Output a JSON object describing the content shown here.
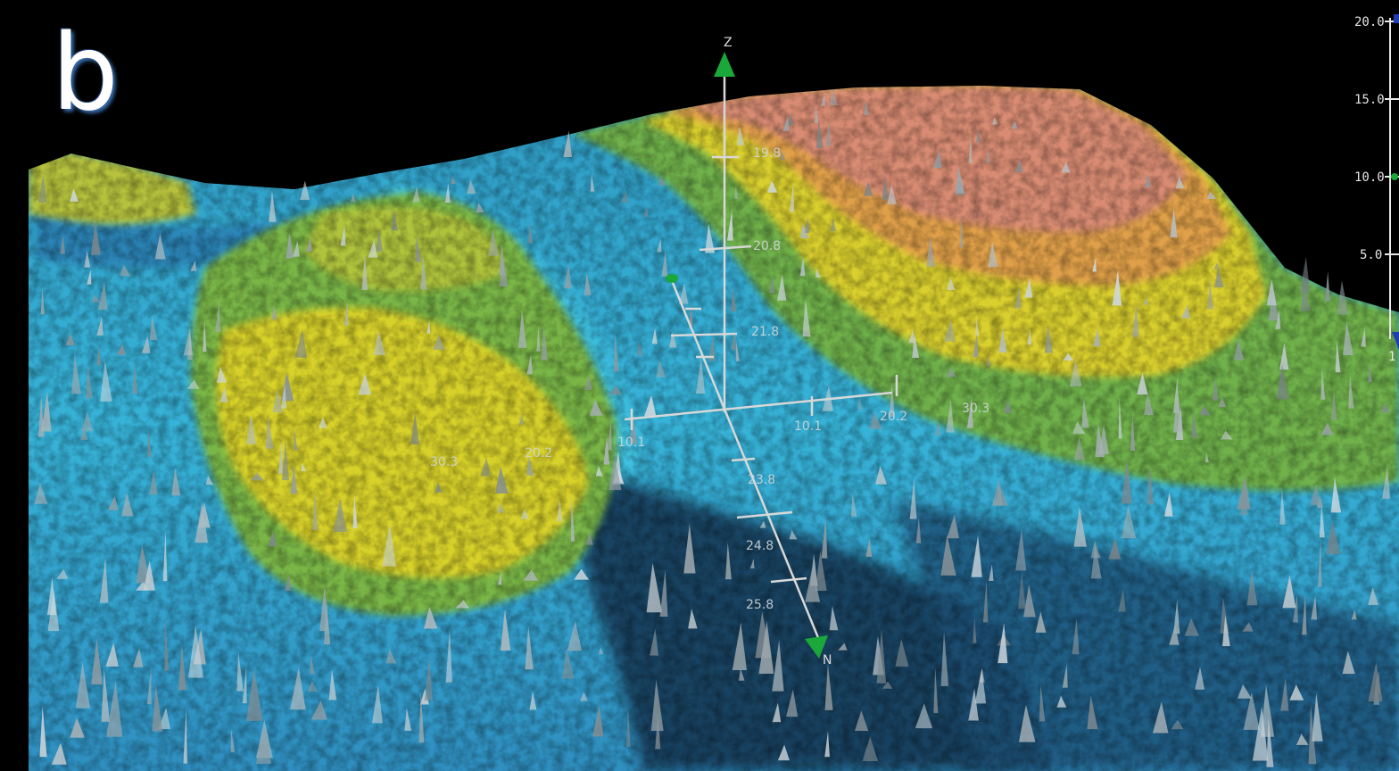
{
  "panel": {
    "label": "b"
  },
  "axes": {
    "z_label": "Z",
    "n_label": "N",
    "z_ticks": [
      "19.8",
      "20.8",
      "21.8"
    ],
    "n_ticks": [
      "23.8",
      "24.8",
      "25.8"
    ],
    "x_ticks": [
      "10.1",
      "10.1",
      "20.2",
      "30.3"
    ],
    "left_mound_ticks": [
      "30.3",
      "20.2"
    ]
  },
  "depth_scale": {
    "ticks": [
      "20.0",
      "15.0",
      "10.0",
      "5.0"
    ],
    "partial_label": "1"
  },
  "colors": {
    "background": "#000000",
    "deep": "#15334d",
    "mid_blue": "#2e9fcf",
    "cyan": "#3fc6e3",
    "green": "#79b84a",
    "yellow": "#dcd52a",
    "orange": "#e2a545",
    "salmon": "#d98f72",
    "axis": "#d8d8d8",
    "marker": "#1aa83a"
  }
}
